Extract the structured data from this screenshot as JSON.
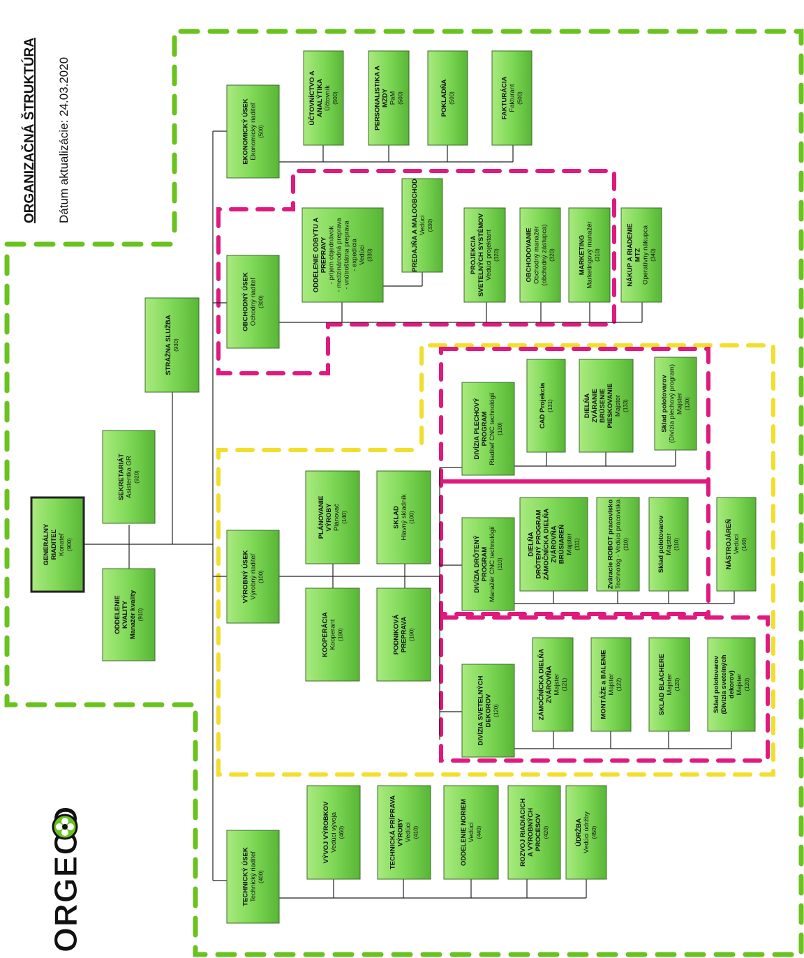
{
  "header": {
    "title": "ORGANIZAČNÁ ŠTRUKTÚRA",
    "date": "Dátum aktualizácie: 24.03.2020"
  },
  "logo": {
    "text": "ORGECO",
    "icon": "flower-icon",
    "color": "#6ac21f"
  },
  "colors": {
    "box": "#7ed856",
    "zone_green": "#6ac21f",
    "zone_yellow": "#f2de2c",
    "zone_pink": "#e0197f"
  },
  "nodes": {
    "ceo": {
      "lines": [
        "GENERÁLNY",
        "RIADITEĽ",
        "Konateľ",
        "(900)"
      ]
    },
    "quality": {
      "lines": [
        "ODDELENIE",
        "KVALITY",
        "Manažér kvality",
        "(910)"
      ]
    },
    "secretary": {
      "lines": [
        "SEKRETARIÁT",
        "Asistentka GR",
        "(920)"
      ]
    },
    "security": {
      "lines": [
        "STRÁŽNA SLUŽBA",
        "(930)"
      ]
    },
    "eco": {
      "lines": [
        "EKONOMICKÝ ÚSEK",
        "Ekonomický riaditeľ",
        "(500)"
      ]
    },
    "eco_1": {
      "lines": [
        "ÚČTOVNÍCTVO A",
        "ANALÝTIKA",
        "Účtovník",
        "(500)"
      ]
    },
    "eco_2": {
      "lines": [
        "PERSONALISTIKA A",
        "MZDY",
        "PaM",
        "(500)"
      ]
    },
    "eco_3": {
      "lines": [
        "POKLADŇA",
        "(500)"
      ]
    },
    "eco_4": {
      "lines": [
        "FAKTURÁCIA",
        "Fakturant",
        "(500)"
      ]
    },
    "obch": {
      "lines": [
        "OBCHODNÝ ÚSEK",
        "Ochodný riaditeľ",
        "(300)"
      ]
    },
    "obch_1": {
      "lines": [
        "ODDELENIE ODBYTU A",
        "PREPRAVY",
        "- príjem objednávok",
        "- medzinárodná preprava",
        "- vnútroštátna preprava",
        "- expedícia",
        "Vedúci",
        "(330)"
      ]
    },
    "obch_1a": {
      "lines": [
        "PREDAJŇA A MALOOBCHOD",
        "Vedúci",
        "(330)"
      ]
    },
    "obch_2": {
      "lines": [
        "PROJEKCIA",
        "SVETELNÝCH SYSTÉMOV",
        "Vedúci projektant",
        "(320)"
      ]
    },
    "obch_3": {
      "lines": [
        "OBCHODOVANIE",
        "Obchodný manažér",
        "(obchodný zástupca)",
        "(320)"
      ]
    },
    "obch_4": {
      "lines": [
        "MARKETING",
        "Marketingový manažér",
        "(310)"
      ]
    },
    "obch_5": {
      "lines": [
        "NÁKUP A RIADENIE",
        "MTZ",
        "Operatívny nákupca",
        "(340)"
      ]
    },
    "vyr": {
      "lines": [
        "VÝROBNÝ ÚSEK",
        "Výrobný riaditeľ",
        "(100)"
      ]
    },
    "vyr_plan": {
      "lines": [
        "PLÁNOVANIE",
        "VÝROBY",
        "Plánovač",
        "(140)"
      ]
    },
    "vyr_sklad": {
      "lines": [
        "SKLAD",
        "Hlavný skladník",
        "(100)"
      ]
    },
    "vyr_koop": {
      "lines": [
        "KOOPERÁCIA",
        "Kooperant",
        "(190)"
      ]
    },
    "vyr_prep": {
      "lines": [
        "PODNIKOVÁ",
        "PREPRAVA",
        "(190)"
      ]
    },
    "div_plech": {
      "lines": [
        "DIVÍZIA PLECHOVÝ",
        "PROGRAM",
        "Riaditeľ CNC technológií",
        "(130)"
      ]
    },
    "plech_1": {
      "lines": [
        "CAD Projekcia",
        "(131)"
      ]
    },
    "plech_2": {
      "lines": [
        "DIELŇA",
        "ZVÁRANIE",
        "BRÚSENIE",
        "PIESKOVANIE",
        "Majster",
        "(133)"
      ]
    },
    "plech_3": {
      "lines": [
        "Sklad polotovarov",
        "(Divízia plechový program)",
        "Majster",
        "(130)"
      ]
    },
    "div_drot": {
      "lines": [
        "DIVÍZIA DRÔTENÝ",
        "PROGRAM",
        "Manažér CNC technológií",
        "(110)"
      ]
    },
    "drot_1": {
      "lines": [
        "DIELŇA",
        "DRÔTENÝ PROGRAM",
        "ZÁMOČNÍCKA DIELŇA",
        "ZVÁROVŇA",
        "BRÚSIAREŇ",
        "Majster",
        "(111)"
      ]
    },
    "drot_2": {
      "lines": [
        "Zváracie ROBOT pracovisko",
        "Technológ - Vedúci pracoviska",
        "(110)"
      ]
    },
    "drot_3": {
      "lines": [
        "Sklad polotovarov",
        "Majster",
        "(110)"
      ]
    },
    "drot_4": {
      "lines": [
        "NÁSTROJÁREŇ",
        "Vedúci",
        "(140)"
      ]
    },
    "div_svet": {
      "lines": [
        "DIVÍZIA SVETELNÝCH",
        "DEKOROV",
        "(120)"
      ]
    },
    "svet_1": {
      "lines": [
        "ZÁMOČNÍCKA DIELŇA",
        "ZVÁROVŇA",
        "Majster",
        "(121)"
      ]
    },
    "svet_2": {
      "lines": [
        "MONTÁŽE a BALENIE",
        "Majster",
        "(122)"
      ]
    },
    "svet_3": {
      "lines": [
        "SKLAD BLACHERE",
        "Majster",
        "(120)"
      ]
    },
    "svet_4": {
      "lines": [
        "Sklad polotovarov",
        "(Divízia svetelných",
        "dekorov)",
        "Majster",
        "(120)"
      ]
    },
    "tech": {
      "lines": [
        "TECHNICKÝ ÚSEK",
        "Technický riaditeľ",
        "(400)"
      ]
    },
    "tech_1": {
      "lines": [
        "VÝVOJ VÝROBKOV",
        "Vedúci vývoja",
        "(460)"
      ]
    },
    "tech_2": {
      "lines": [
        "TECHNICKÁ PRÍPRAVA",
        "VÝROBY",
        "Vedúci",
        "(410)"
      ]
    },
    "tech_3": {
      "lines": [
        "ODDELENIE NORIEM",
        "Vedúci",
        "(440)"
      ]
    },
    "tech_4": {
      "lines": [
        "ROZVOJ RIADIACICH",
        "A VÝROBNÝCH",
        "PROCESOV",
        "(420)"
      ]
    },
    "tech_5": {
      "lines": [
        "ÚDRŽBA",
        "Vedúci údržby",
        "(450)"
      ]
    }
  }
}
